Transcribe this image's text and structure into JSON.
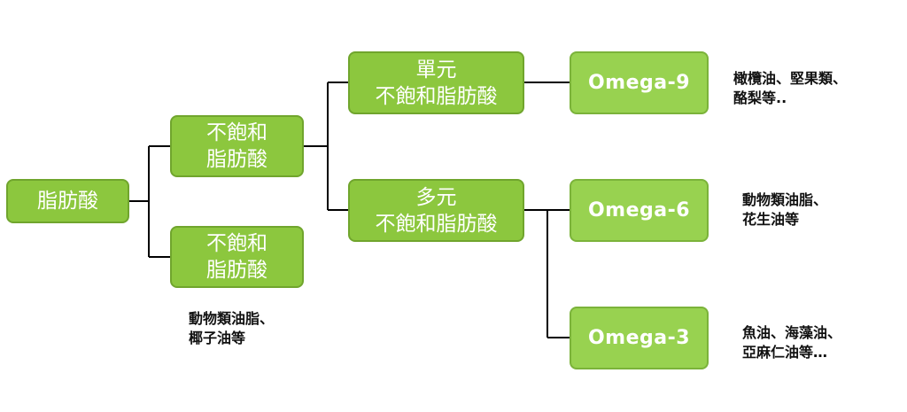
{
  "nodes": {
    "root": "脂肪酸",
    "unsat_line1": "不飽和",
    "unsat_line2": "脂肪酸",
    "sat_line1": "不飽和",
    "sat_line2": "脂肪酸",
    "mono_line1": "單元",
    "mono_line2": "不飽和脂肪酸",
    "poly_line1": "多元",
    "poly_line2": "不飽和脂肪酸",
    "omega9": "Omega-9",
    "omega6": "Omega-6",
    "omega3": "Omega-3"
  },
  "notes": {
    "omega9_line1": "橄欖油、堅果類、",
    "omega9_line2": "酪梨等..",
    "omega6_line1": "動物類油脂、",
    "omega6_line2": "花生油等",
    "omega3_line1": "魚油、海藻油、",
    "omega3_line2": "亞麻仁油等…",
    "sat_line1": "動物類油脂、",
    "sat_line2": "椰子油等"
  },
  "colors": {
    "node_fill": "#8cc73e",
    "node_border": "#70a52d",
    "omega_fill": "#98d250",
    "connector": "#000000"
  }
}
